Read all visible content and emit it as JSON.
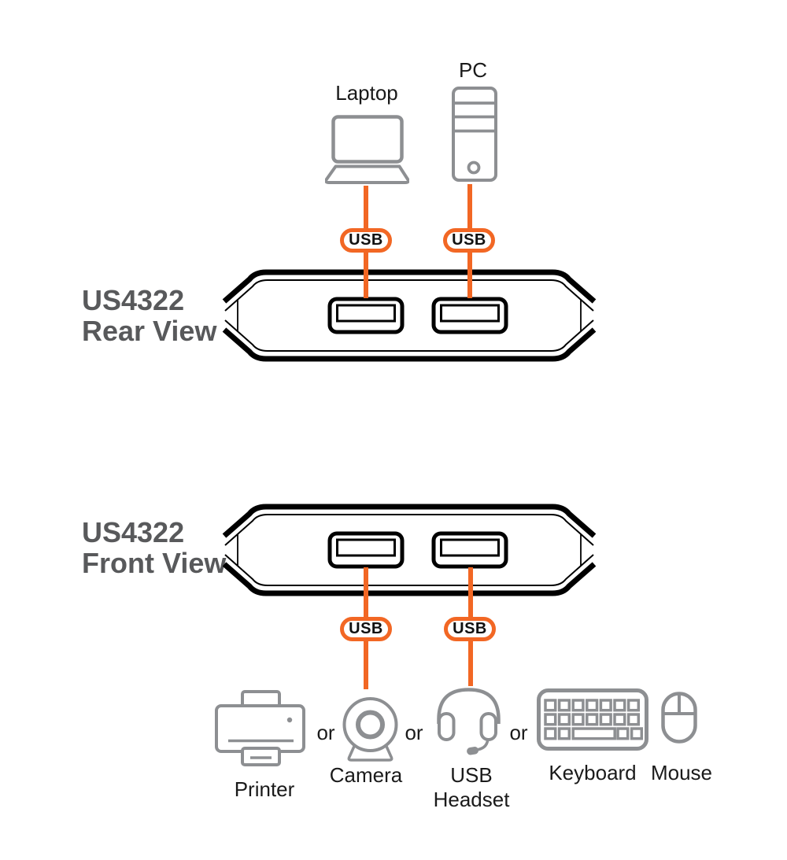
{
  "colors": {
    "accent_orange": "#F26724",
    "icon_gray": "#8D8F92",
    "view_label_gray": "#58595B",
    "outline_black": "#000000"
  },
  "computers": {
    "laptop_label": "Laptop",
    "pc_label": "PC"
  },
  "usb_badge_label": "USB",
  "rear_view": {
    "model": "US4322",
    "view_label": "Rear View",
    "usb_ports": 2
  },
  "front_view": {
    "model": "US4322",
    "view_label": "Front View",
    "usb_ports": 2
  },
  "or_label": "or",
  "peripherals": {
    "printer_label": "Printer",
    "camera_label": "Camera",
    "headset_label_line1": "USB",
    "headset_label_line2": "Headset",
    "keyboard_label": "Keyboard",
    "mouse_label": "Mouse"
  },
  "icons": [
    "laptop-icon",
    "pc-tower-icon",
    "usb-port-icon",
    "switch-chassis-outline",
    "printer-icon",
    "webcam-icon",
    "usb-headset-icon",
    "keyboard-icon",
    "mouse-icon"
  ]
}
